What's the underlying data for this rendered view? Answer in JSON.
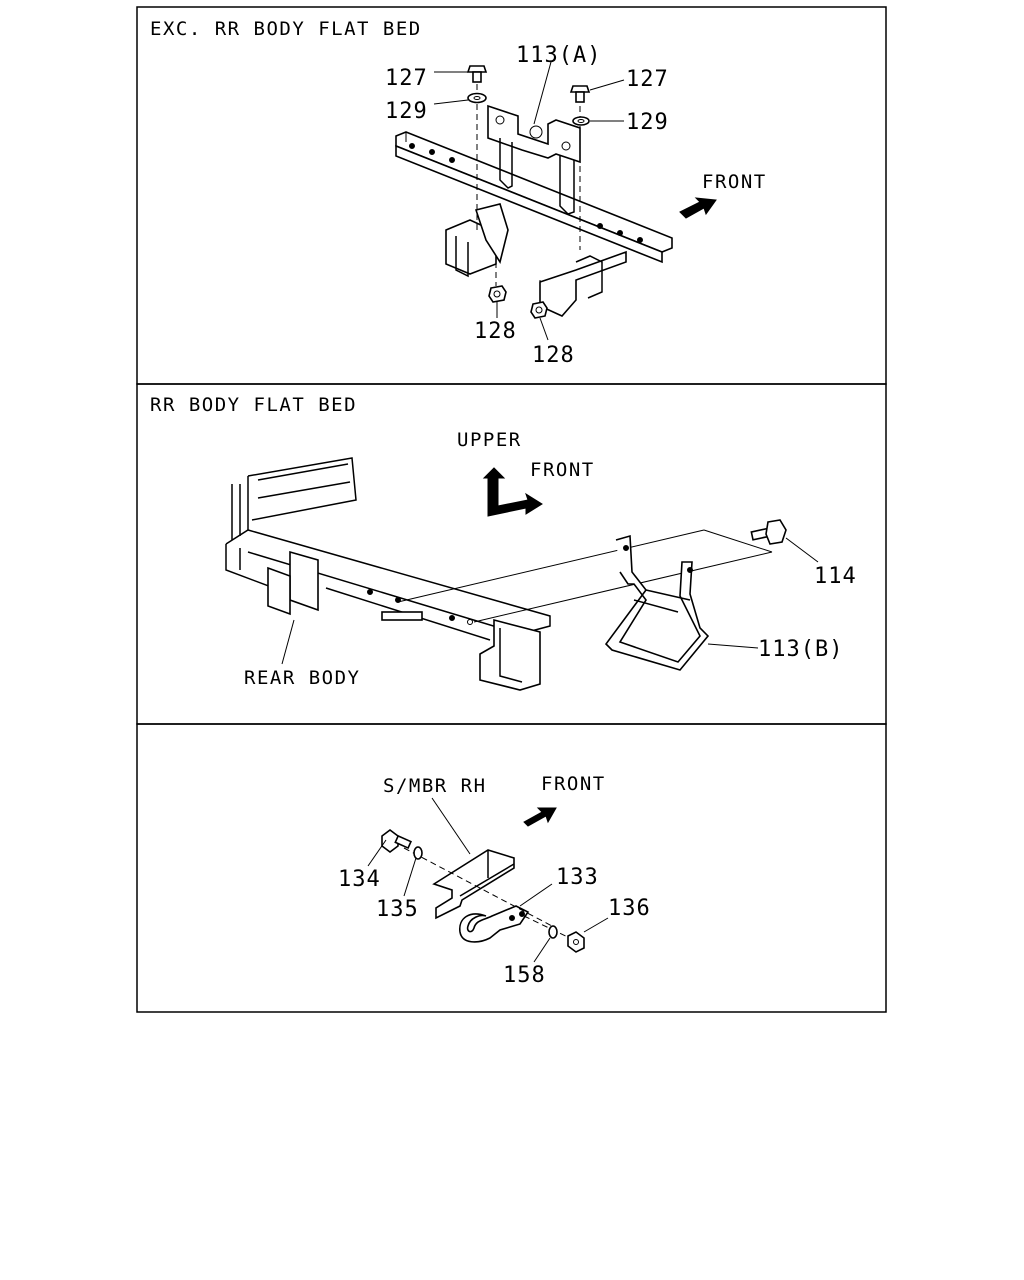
{
  "panels": [
    {
      "title": "EXC. RR BODY FLAT BED",
      "callouts": {
        "c113a": "113(A)",
        "c127_left": "127",
        "c127_right": "127",
        "c129_left": "129",
        "c129_right": "129",
        "c128_left": "128",
        "c128_right": "128"
      },
      "labels": {
        "front": "FRONT"
      }
    },
    {
      "title": "RR BODY FLAT BED",
      "callouts": {
        "c114": "114",
        "c113b": "113(B)"
      },
      "labels": {
        "upper": "UPPER",
        "front": "FRONT",
        "rear_body": "REAR BODY"
      }
    },
    {
      "title": "",
      "callouts": {
        "c134": "134",
        "c135": "135",
        "c133": "133",
        "c136": "136",
        "c158": "158"
      },
      "labels": {
        "smbr": "S/MBR RH",
        "front": "FRONT"
      }
    }
  ]
}
